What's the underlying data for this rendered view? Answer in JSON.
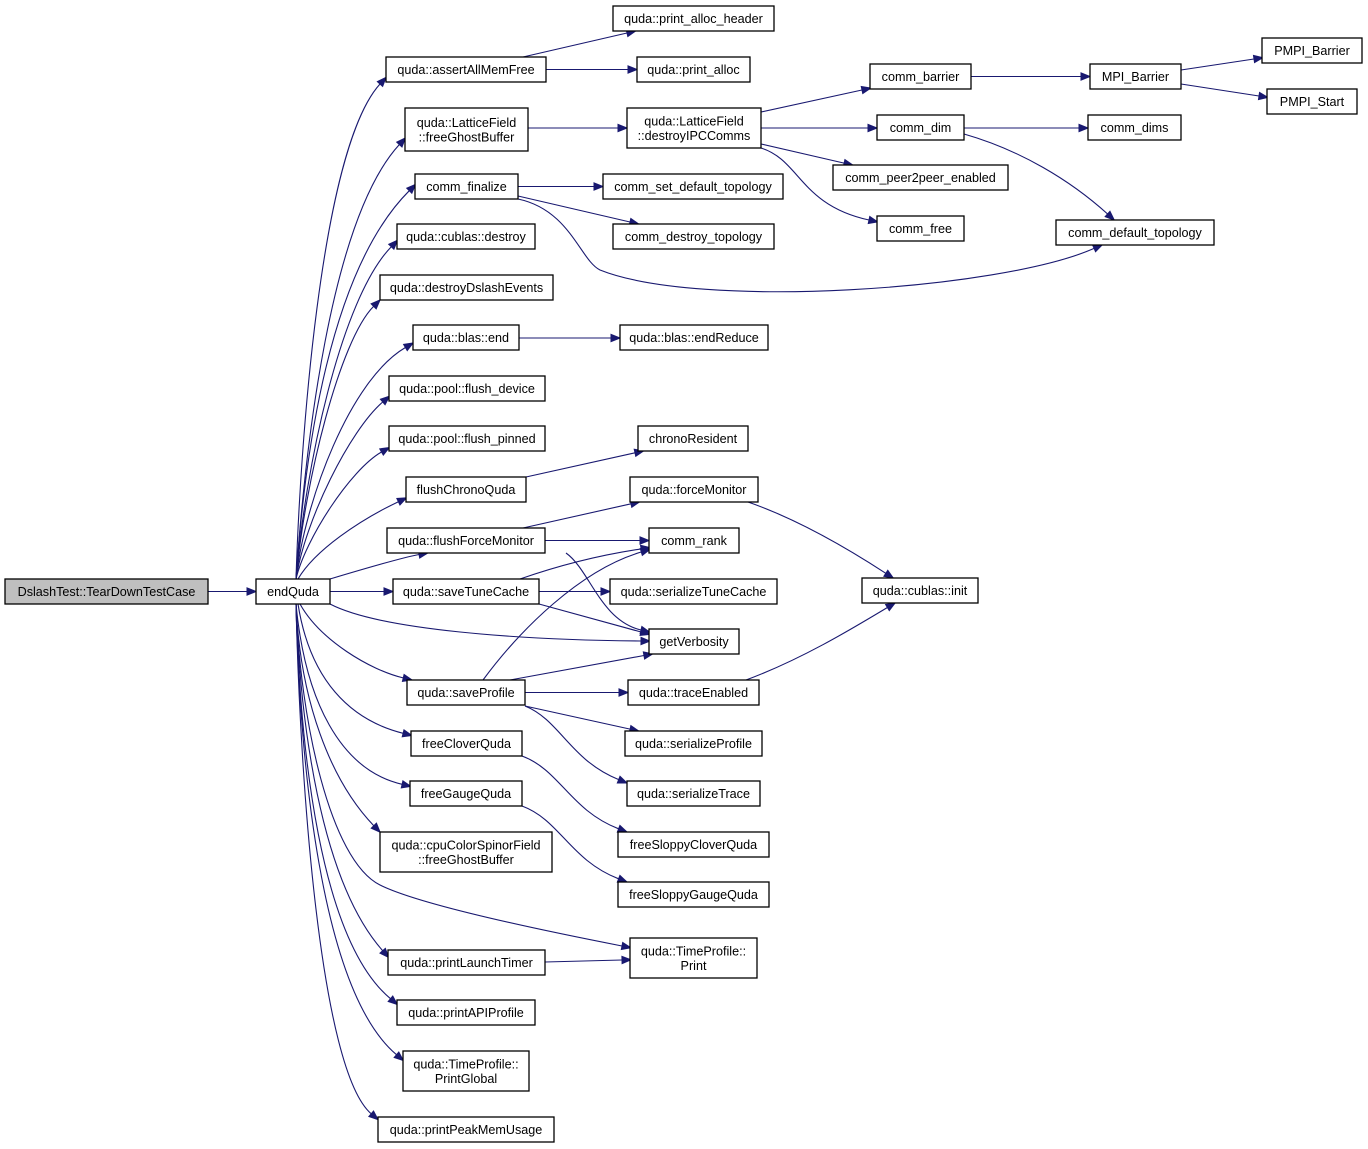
{
  "colors": {
    "edge": "#191970",
    "root_fill": "#bfbfbf",
    "node_fill": "#ffffff",
    "node_border": "#000000"
  },
  "nodes": {
    "root": {
      "lines": [
        "DslashTest::TearDownTestCase"
      ]
    },
    "endQuda": {
      "lines": [
        "endQuda"
      ]
    },
    "assertAllMemFree": {
      "lines": [
        "quda::assertAllMemFree"
      ]
    },
    "print_alloc_header": {
      "lines": [
        "quda::print_alloc_header"
      ]
    },
    "print_alloc": {
      "lines": [
        "quda::print_alloc"
      ]
    },
    "lf_freeGhostBuffer": {
      "lines": [
        "quda::LatticeField",
        "::freeGhostBuffer"
      ]
    },
    "destroyIPCComms": {
      "lines": [
        "quda::LatticeField",
        "::destroyIPCComms"
      ]
    },
    "comm_finalize": {
      "lines": [
        "comm_finalize"
      ]
    },
    "comm_set_default_topology": {
      "lines": [
        "comm_set_default_topology"
      ]
    },
    "comm_destroy_topology": {
      "lines": [
        "comm_destroy_topology"
      ]
    },
    "cublas_destroy": {
      "lines": [
        "quda::cublas::destroy"
      ]
    },
    "destroyDslashEvents": {
      "lines": [
        "quda::destroyDslashEvents"
      ]
    },
    "blas_end": {
      "lines": [
        "quda::blas::end"
      ]
    },
    "endReduce": {
      "lines": [
        "quda::blas::endReduce"
      ]
    },
    "flush_device": {
      "lines": [
        "quda::pool::flush_device"
      ]
    },
    "flush_pinned": {
      "lines": [
        "quda::pool::flush_pinned"
      ]
    },
    "flushChronoQuda": {
      "lines": [
        "flushChronoQuda"
      ]
    },
    "chronoResident": {
      "lines": [
        "chronoResident"
      ]
    },
    "flushForceMonitor": {
      "lines": [
        "quda::flushForceMonitor"
      ]
    },
    "forceMonitor": {
      "lines": [
        "quda::forceMonitor"
      ]
    },
    "comm_rank": {
      "lines": [
        "comm_rank"
      ]
    },
    "saveTuneCache": {
      "lines": [
        "quda::saveTuneCache"
      ]
    },
    "serializeTuneCache": {
      "lines": [
        "quda::serializeTuneCache"
      ]
    },
    "getVerbosity": {
      "lines": [
        "getVerbosity"
      ]
    },
    "saveProfile": {
      "lines": [
        "quda::saveProfile"
      ]
    },
    "traceEnabled": {
      "lines": [
        "quda::traceEnabled"
      ]
    },
    "serializeProfile": {
      "lines": [
        "quda::serializeProfile"
      ]
    },
    "serializeTrace": {
      "lines": [
        "quda::serializeTrace"
      ]
    },
    "freeCloverQuda": {
      "lines": [
        "freeCloverQuda"
      ]
    },
    "freeSloppyCloverQuda": {
      "lines": [
        "freeSloppyCloverQuda"
      ]
    },
    "freeGaugeQuda": {
      "lines": [
        "freeGaugeQuda"
      ]
    },
    "freeSloppyGaugeQuda": {
      "lines": [
        "freeSloppyGaugeQuda"
      ]
    },
    "cpu_freeGhostBuffer": {
      "lines": [
        "quda::cpuColorSpinorField",
        "::freeGhostBuffer"
      ]
    },
    "printLaunchTimer": {
      "lines": [
        "quda::printLaunchTimer"
      ]
    },
    "tp_Print": {
      "lines": [
        "quda::TimeProfile::",
        "Print"
      ]
    },
    "printAPIProfile": {
      "lines": [
        "quda::printAPIProfile"
      ]
    },
    "printGlobal": {
      "lines": [
        "quda::TimeProfile::",
        "PrintGlobal"
      ]
    },
    "printPeakMemUsage": {
      "lines": [
        "quda::printPeakMemUsage"
      ]
    },
    "comm_barrier": {
      "lines": [
        "comm_barrier"
      ]
    },
    "MPI_Barrier": {
      "lines": [
        "MPI_Barrier"
      ]
    },
    "PMPI_Barrier": {
      "lines": [
        "PMPI_Barrier"
      ]
    },
    "PMPI_Start": {
      "lines": [
        "PMPI_Start"
      ]
    },
    "comm_dim": {
      "lines": [
        "comm_dim"
      ]
    },
    "comm_dims": {
      "lines": [
        "comm_dims"
      ]
    },
    "comm_peer2peer_enabled": {
      "lines": [
        "comm_peer2peer_enabled"
      ]
    },
    "comm_free": {
      "lines": [
        "comm_free"
      ]
    },
    "comm_default_topology": {
      "lines": [
        "comm_default_topology"
      ]
    },
    "cublas_init": {
      "lines": [
        "quda::cublas::init"
      ]
    }
  }
}
